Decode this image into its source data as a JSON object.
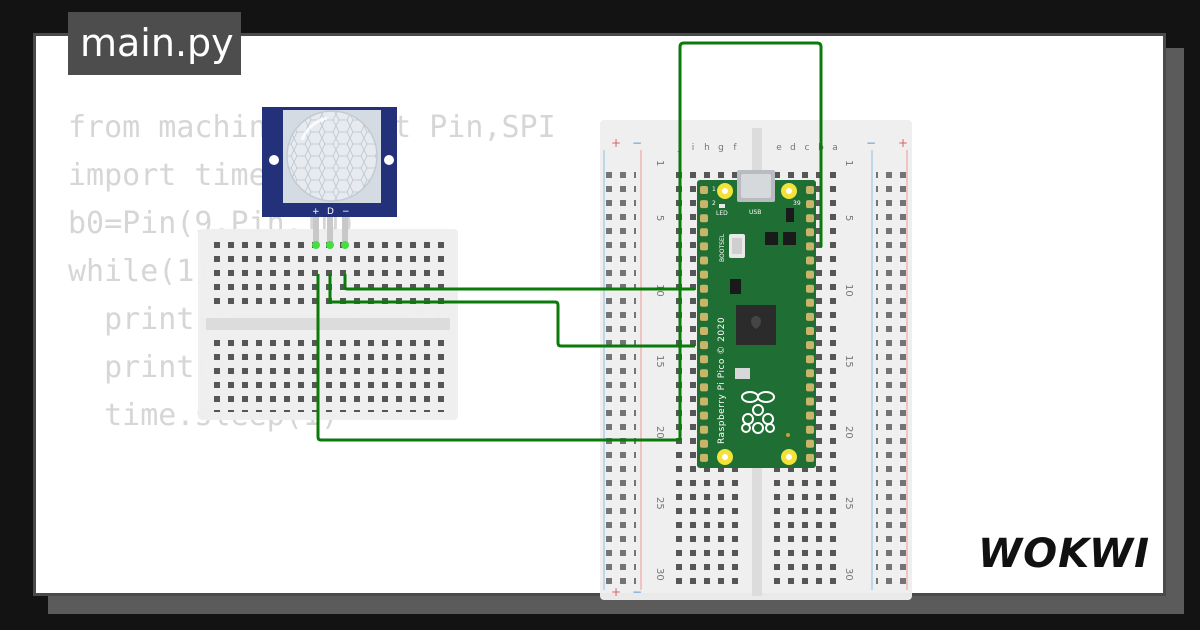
{
  "editor": {
    "file_tab": "main.py",
    "code_lines": [
      "from machine import Pin,SPI",
      "import time",
      "b0=Pin(9,Pin.IN)",
      "while(1):",
      "  print(\"==========\")",
      "  print(b0.value())",
      "  time.sleep(1)"
    ]
  },
  "pir_sensor": {
    "pin_labels": [
      "+",
      "D",
      "−"
    ]
  },
  "pico": {
    "label_led": "LED",
    "label_usb": "USB",
    "label_bootsel": "BOOTSEL",
    "label_board": "Raspberry Pi Pico © 2020",
    "pin_1": "1",
    "pin_2": "2",
    "pin_39": "39"
  },
  "breadboard": {
    "row_numbers": [
      "1",
      "5",
      "10",
      "15",
      "20",
      "25",
      "30"
    ],
    "columns_left": [
      "j",
      "i",
      "h",
      "g",
      "f"
    ],
    "columns_right": [
      "e",
      "d",
      "c",
      "b",
      "a"
    ],
    "rail_plus": "+",
    "rail_minus": "−"
  },
  "brand": {
    "logo_text": "WOKWI"
  },
  "colors": {
    "background": "#131313",
    "card": "#ffffff",
    "tab_bg": "#4d4d4d",
    "code_text": "#d6d6d6",
    "wire_green": "#0a7a0a",
    "pico_board": "#1f6e33",
    "pir_board": "#23307a",
    "breadboard": "#eeeeee"
  }
}
